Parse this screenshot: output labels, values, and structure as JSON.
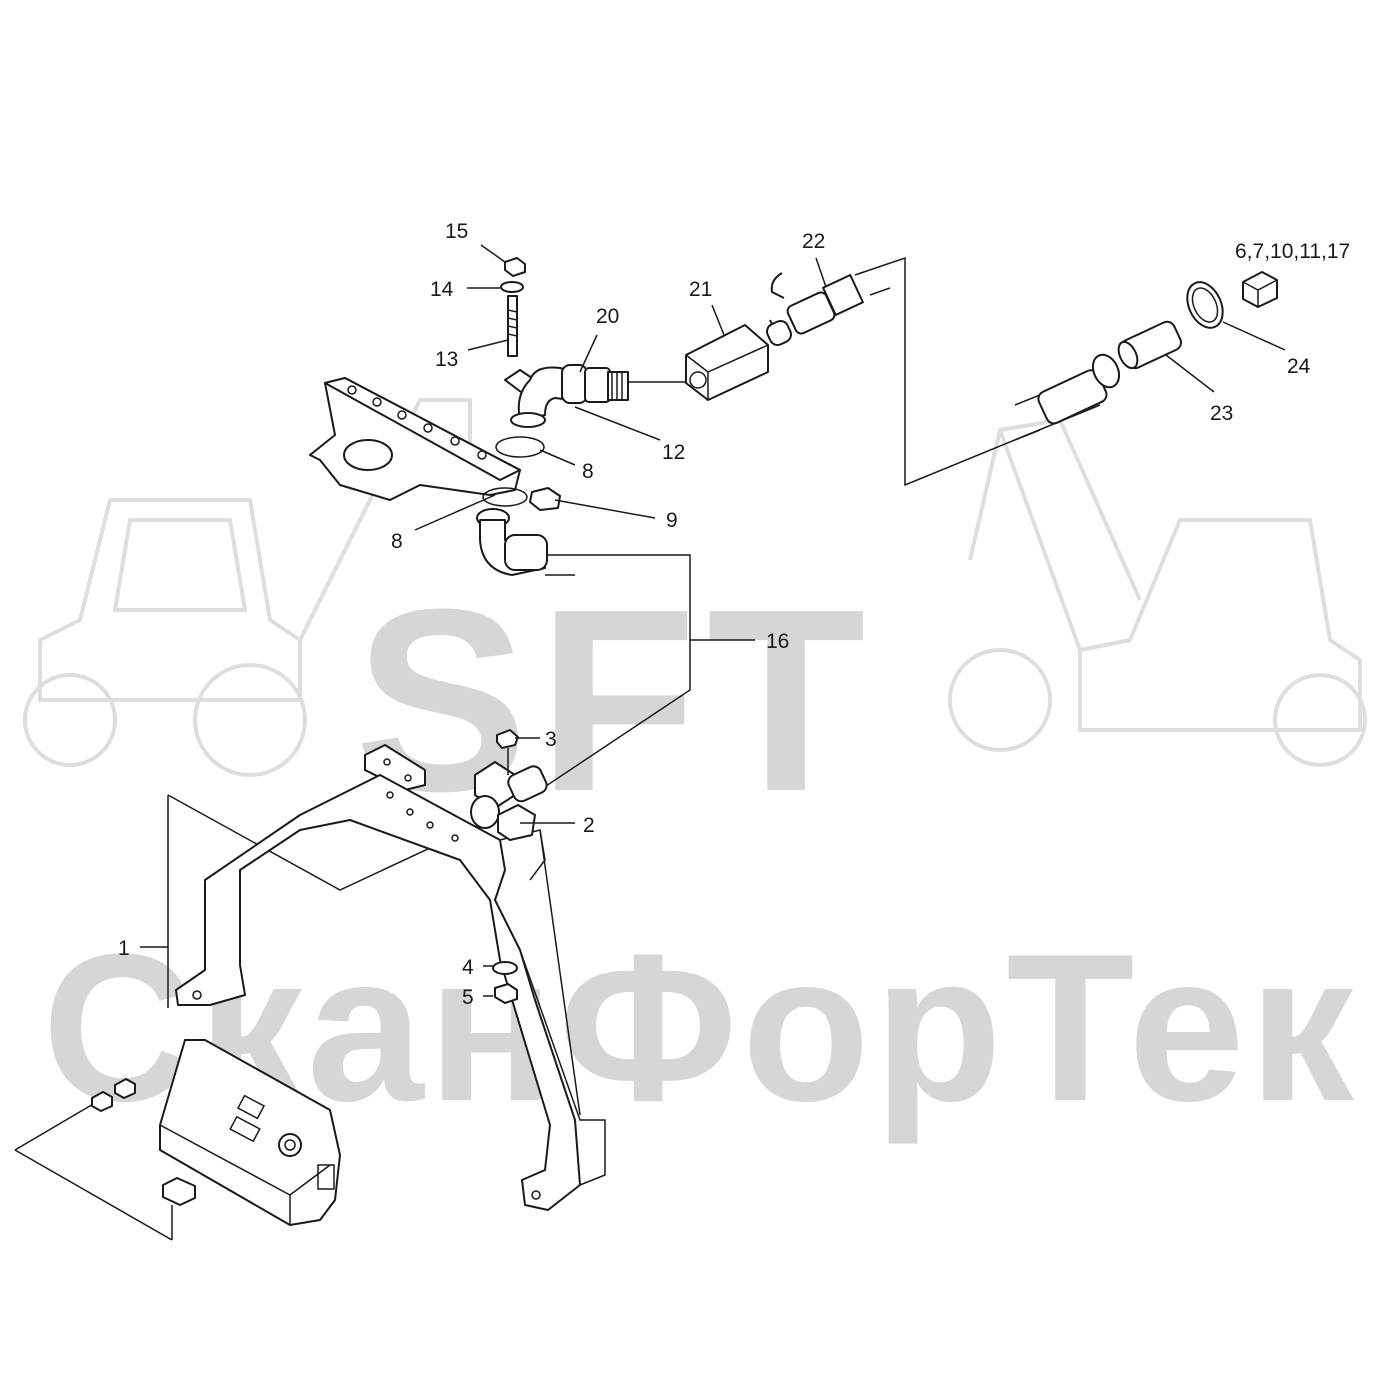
{
  "watermark": {
    "brand": "SFT",
    "company": "СканФорТек"
  },
  "callouts": {
    "c1": "1",
    "c2": "2",
    "c3": "3",
    "c4": "4",
    "c5": "5",
    "c8a": "8",
    "c8b": "8",
    "c9": "9",
    "c12": "12",
    "c13": "13",
    "c14": "14",
    "c15": "15",
    "c16": "16",
    "c20": "20",
    "c21": "21",
    "c22": "22",
    "c23": "23",
    "c24": "24",
    "c_kit": "6,7,10,11,17"
  }
}
